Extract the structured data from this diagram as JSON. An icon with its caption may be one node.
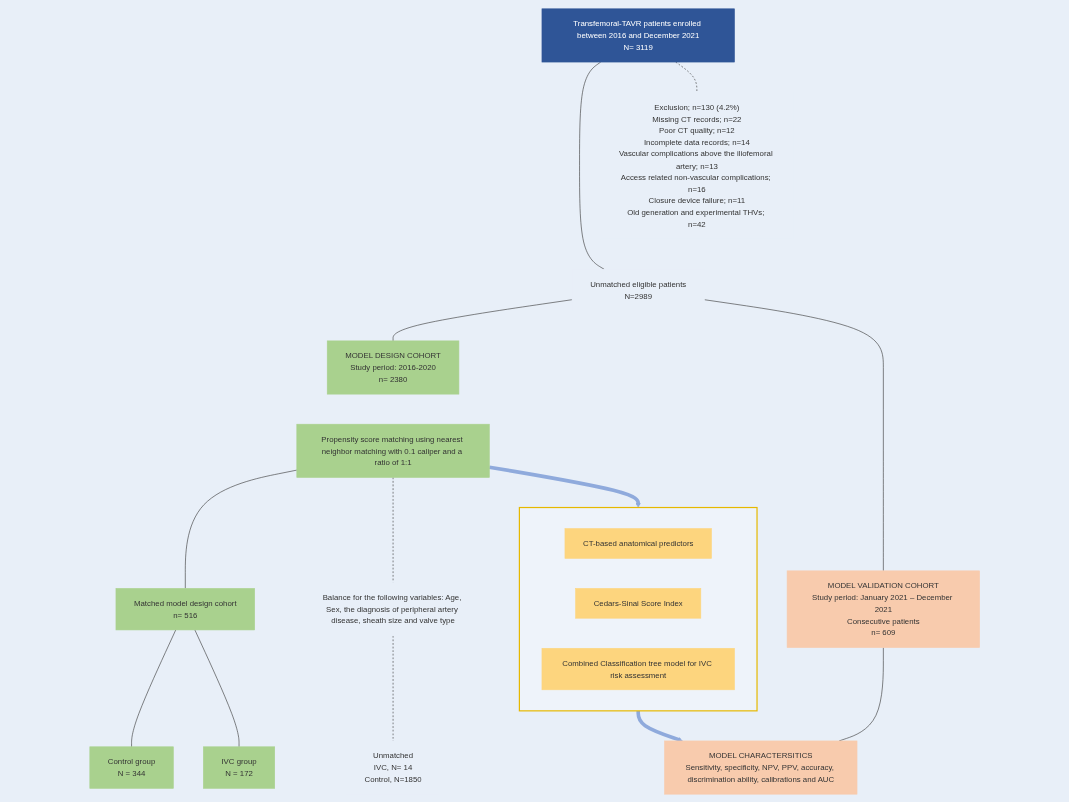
{
  "diagram": {
    "nodes": [
      {
        "text": [
          "Transfemoral-TAVR patients enrolled between 2016 and December 2021",
          "N= 3119"
        ]
      },
      {
        "text": [
          "Exclusion; n=130 (4.2%)",
          "Missing CT records; n=22",
          "Poor CT quality; n=12",
          "Incomplete data records; n=14",
          "Vascular complications above the iliofemoral artery; n=13",
          "Access related non-vascular complications; n=16",
          "Closure device failure; n=11",
          "Old generation and experimental THVs; n=42"
        ]
      },
      {
        "text": [
          "Unmatched eligible patients",
          "N=2989"
        ]
      },
      {
        "text": [
          "MODEL DESIGN COHORT",
          "Study period: 2016-2020",
          "n= 2380"
        ]
      },
      {
        "text": [
          "MODEL VALIDATION COHORT",
          "Study period: January 2021 – December 2021",
          "Consecutive patients",
          "n= 609"
        ]
      },
      {
        "text": [
          "Propensity score matching using nearest neighbor matching with 0.1 caliper and a ratio of 1:1"
        ]
      },
      {
        "text": [
          "Balance for the following variables: Age, Sex, the diagnosis of peripheral artery disease, sheath size and valve type"
        ]
      },
      {
        "text": [
          "Unmatched",
          "IVC, N= 14",
          "Control, N=1850"
        ]
      },
      {
        "text": [
          "Matched model design cohort",
          "n= 516"
        ]
      },
      {
        "text": [
          "Control group",
          "N = 344"
        ]
      },
      {
        "text": [
          "IVC group",
          "N = 172"
        ]
      },
      {
        "text": [],
        "shape": "box"
      },
      {
        "text": [
          "CT-based anatomical predictors"
        ],
        "in": 11
      },
      {
        "text": [
          "Cedars-Sinai Score Index"
        ],
        "in": 11
      },
      {
        "text": [
          "Combined Classification tree model for IVC risk assessment"
        ],
        "in": 11
      },
      {
        "text": [
          "MODEL CHARACTERSITICS",
          "Sensitivity, specificity, NPV, PPV, accuracy, discrimination ability, calibrations and AUC"
        ]
      }
    ],
    "edges": [
      {
        "from": 0,
        "to": 2,
        "arrow": "none"
      },
      {
        "from": 0,
        "to": 1,
        "arrow": "none",
        "style": "dashed"
      },
      {
        "from": 2,
        "to": 3,
        "arrow": "none"
      },
      {
        "from": 2,
        "to": 4,
        "arrow": "none"
      },
      {
        "from": 5,
        "to": 8,
        "arrow": "none"
      },
      {
        "from": 5,
        "to": 6,
        "arrow": "none",
        "style": "dashed"
      },
      {
        "from": 6,
        "to": 7,
        "arrow": "none",
        "style": "dashed"
      },
      {
        "from": 8,
        "to": 9,
        "arrow": "none"
      },
      {
        "from": 8,
        "to": 10,
        "arrow": "none"
      },
      {
        "from": 5,
        "to": 11,
        "arrow": "to",
        "style": "thick",
        "color": "#8faadc"
      },
      {
        "from": 11,
        "to": 15,
        "arrow": "to",
        "style": "thick",
        "color": "#8faadc"
      },
      {
        "from": 4,
        "to": 15,
        "arrow": "none"
      }
    ]
  }
}
